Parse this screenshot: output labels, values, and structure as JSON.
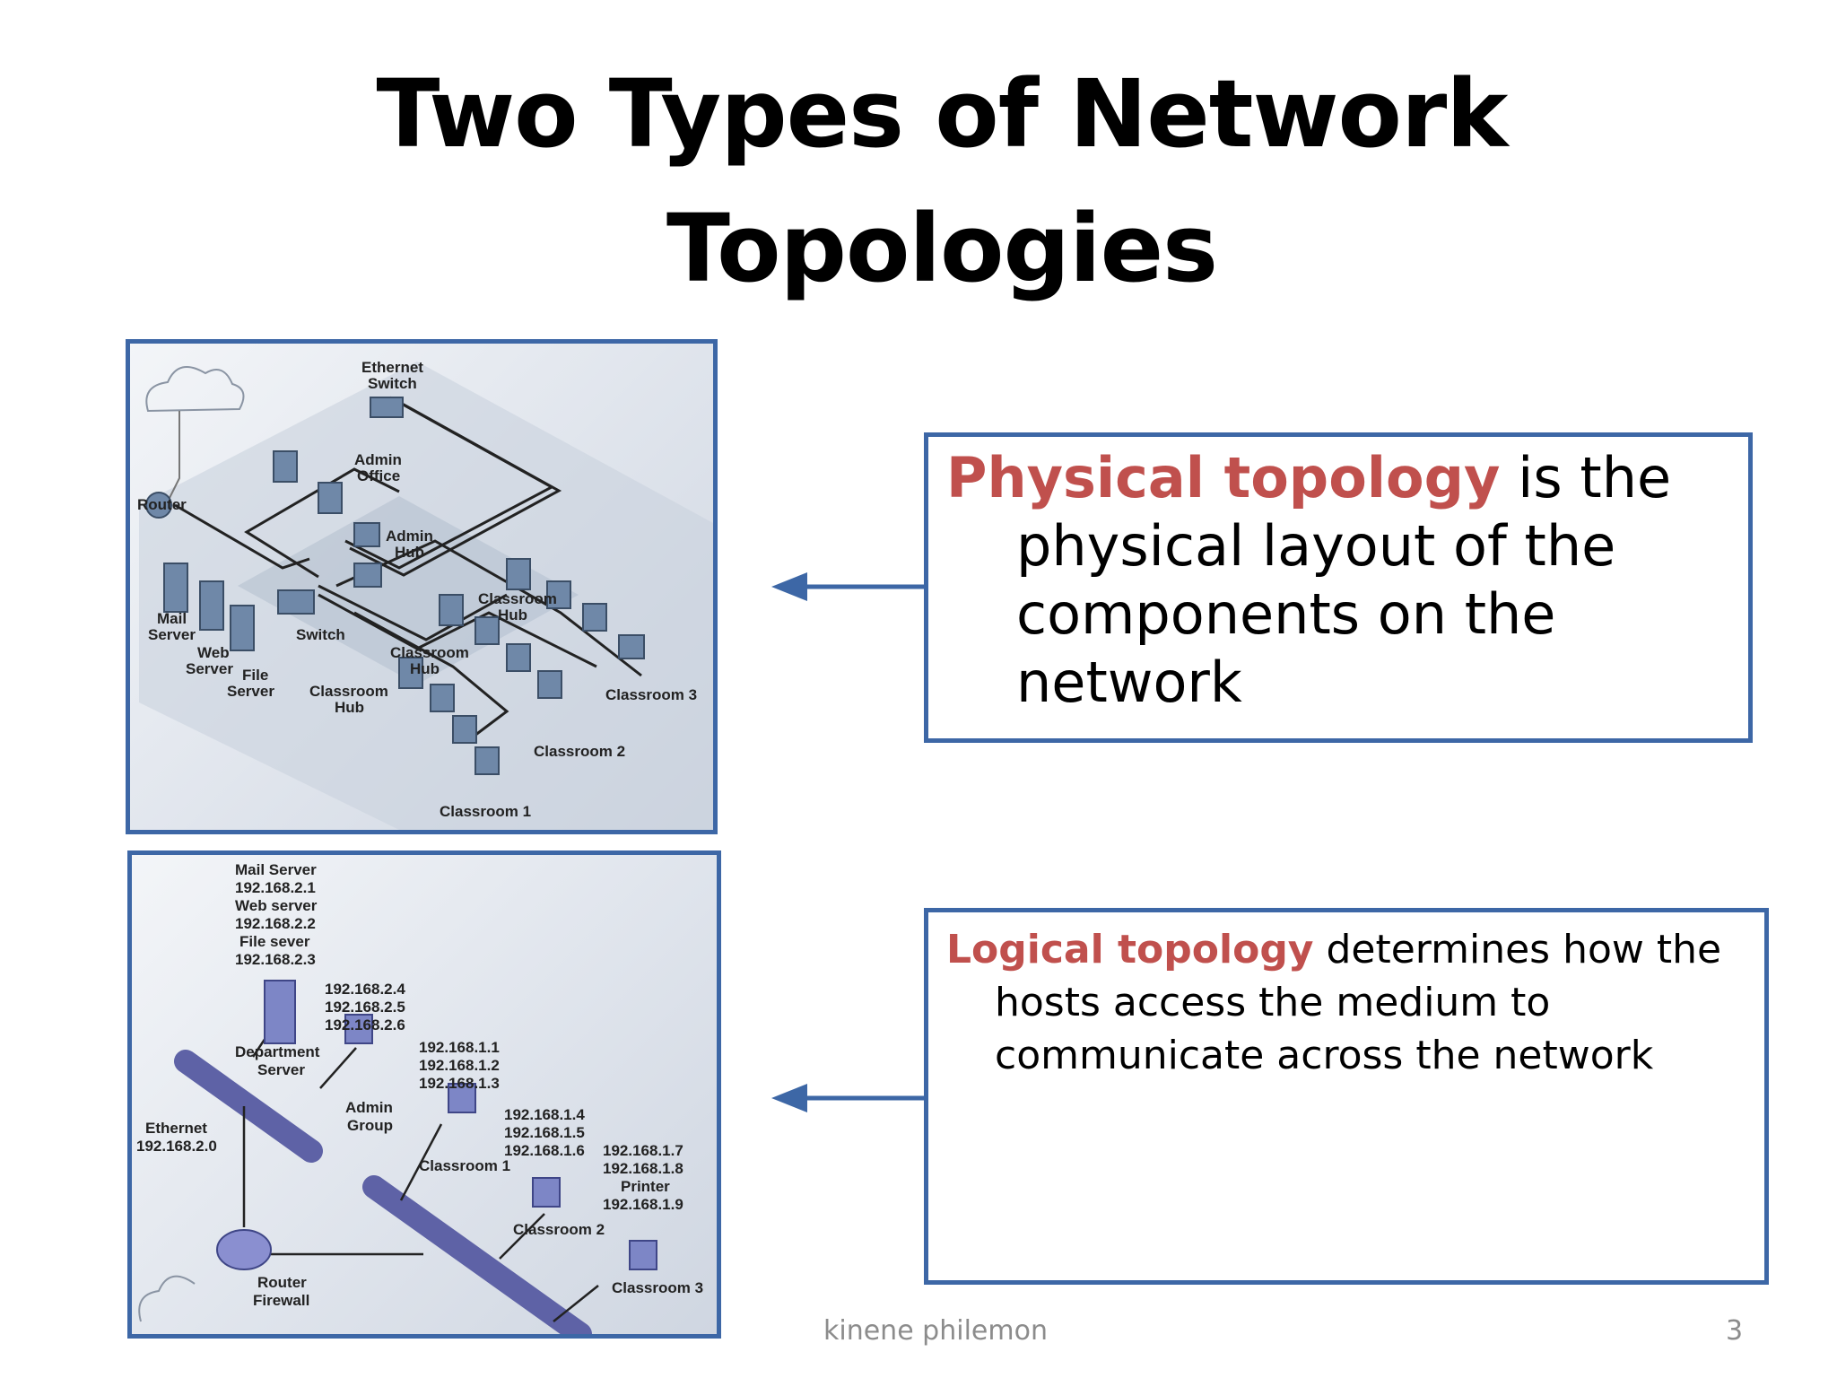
{
  "slide": {
    "title_line1": "Two Types of Network",
    "title_line2": "Topologies",
    "physical": {
      "term": "Physical topology",
      "rest": " is the physical layout of the components on the network"
    },
    "logical": {
      "term": "Logical topology",
      "rest": " determines how the hosts access the medium to communicate across the network"
    },
    "footer": {
      "author": "kinene philemon",
      "page": "3"
    }
  },
  "physical_diagram": {
    "labels": {
      "ethernet_switch_1": "Ethernet",
      "ethernet_switch_2": "Switch",
      "admin_office_1": "Admin",
      "admin_office_2": "Office",
      "router": "Router",
      "admin_hub_1": "Admin",
      "admin_hub_2": "Hub",
      "mail_server_1": "Mail",
      "mail_server_2": "Server",
      "web_server_1": "Web",
      "web_server_2": "Server",
      "file_server_1": "File",
      "file_server_2": "Server",
      "switch": "Switch",
      "classroom_hub_a_1": "Classroom",
      "classroom_hub_a_2": "Hub",
      "classroom_hub_b_1": "Classroom",
      "classroom_hub_b_2": "Hub",
      "classroom_hub_c_1": "Classroom",
      "classroom_hub_c_2": "Hub",
      "classroom_3": "Classroom 3",
      "classroom_2": "Classroom 2",
      "classroom_1": "Classroom 1"
    }
  },
  "logical_diagram": {
    "labels": {
      "mail_server": "Mail Server",
      "mail_ip": "192.168.2.1",
      "web_server": "Web server",
      "web_ip": "192.168.2.2",
      "file_server": "File sever",
      "file_ip": "192.168.2.3",
      "dept_ip1": "192.168.2.4",
      "dept_ip2": "192.168.2.5",
      "dept_ip3": "192.168.2.6",
      "dept_server_1": "Department",
      "dept_server_2": "Server",
      "admin_ip1": "192.168.1.1",
      "admin_ip2": "192.168.1.2",
      "admin_ip3": "192.168.1.3",
      "admin_group_1": "Admin",
      "admin_group_2": "Group",
      "ethernet_1": "Ethernet",
      "ethernet_2": "192.168.2.0",
      "c1_ip1": "192.168.1.4",
      "c1_ip2": "192.168.1.5",
      "c1_ip3": "192.168.1.6",
      "classroom_1": "Classroom 1",
      "c2_ip1": "192.168.1.7",
      "c2_ip2": "192.168.1.8",
      "printer": "Printer",
      "c2_ip3": "192.168.1.9",
      "classroom_2": "Classroom 2",
      "classroom_3": "Classroom 3",
      "router_1": "Router",
      "router_2": "Firewall"
    }
  },
  "colors": {
    "accent": "#3d67a6",
    "term": "#c0504d",
    "footer": "#8c8c8c"
  }
}
